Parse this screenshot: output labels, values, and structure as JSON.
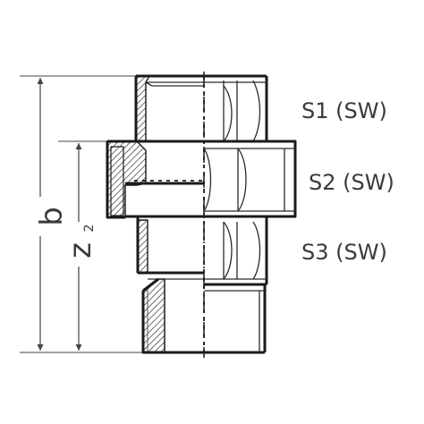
{
  "labels": {
    "s1": "S1 (SW)",
    "s2": "S2 (SW)",
    "s3": "S3 (SW)",
    "dim_b": "b",
    "dim_z": "z",
    "dim_z_sub": "2"
  },
  "colors": {
    "line": "#1a1a1a",
    "text": "#3a3a3a",
    "hatch": "#333333",
    "background": "#ffffff"
  }
}
